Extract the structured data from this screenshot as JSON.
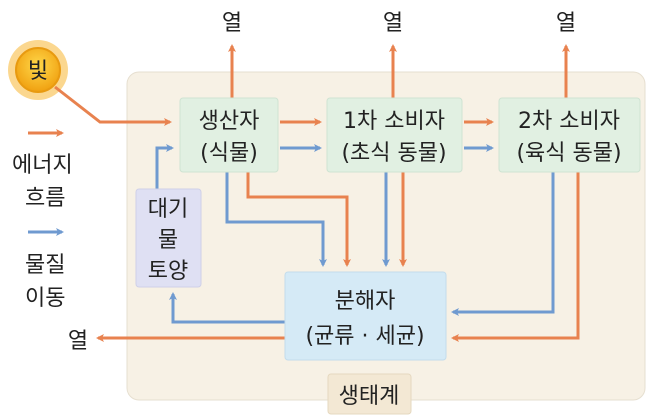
{
  "sun": {
    "label": "빛"
  },
  "legend": {
    "energy_line1": "에너지",
    "energy_line2": "흐름",
    "matter_line1": "물질",
    "matter_line2": "이동"
  },
  "heat_label": "열",
  "nodes": {
    "producer": {
      "line1": "생산자",
      "line2": "(식물)"
    },
    "consumer1": {
      "line1": "1차 소비자",
      "line2": "(초식 동물)"
    },
    "consumer2": {
      "line1": "2차 소비자",
      "line2": "(육식 동물)"
    },
    "abiotic": {
      "line1": "대기",
      "line2": "물",
      "line3": "토양"
    },
    "decomposer": {
      "line1": "분해자",
      "line2": "(균류 · 세균)"
    }
  },
  "ecosystem_label": "생태계",
  "colors": {
    "energy": "#e8824f",
    "matter": "#6f9ad0"
  }
}
